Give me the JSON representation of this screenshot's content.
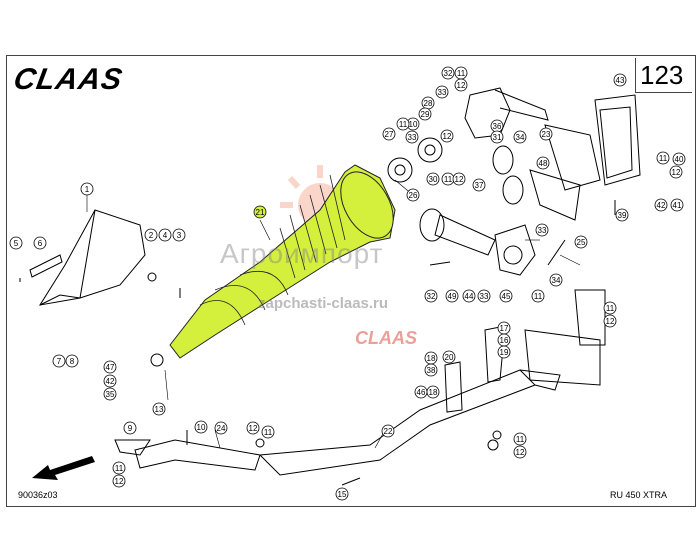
{
  "header": {
    "brand": "CLAAS",
    "page_number": "123"
  },
  "footer": {
    "diagram_id": "90036z03",
    "model": "RU 450 XTRA"
  },
  "watermarks": [
    "Агроимпорт",
    "zapchasti-claas.ru",
    "CLAAS"
  ],
  "highlight": {
    "part": "21",
    "color": "#d4f03c"
  },
  "callouts": [
    "32",
    "11",
    "12",
    "43",
    "33",
    "28",
    "10",
    "36",
    "29",
    "23",
    "27",
    "11",
    "31",
    "34",
    "33",
    "12",
    "11",
    "40",
    "48",
    "12",
    "37",
    "30",
    "11",
    "12",
    "26",
    "42",
    "41",
    "39",
    "21",
    "1",
    "33",
    "25",
    "5",
    "6",
    "2",
    "4",
    "3",
    "32",
    "49",
    "33",
    "44",
    "45",
    "11",
    "34",
    "11",
    "12",
    "17",
    "16",
    "19",
    "20",
    "18",
    "38",
    "46",
    "18",
    "7",
    "8",
    "47",
    "42",
    "35",
    "13",
    "9",
    "10",
    "24",
    "12",
    "11",
    "22",
    "11",
    "12",
    "11",
    "12",
    "15"
  ]
}
